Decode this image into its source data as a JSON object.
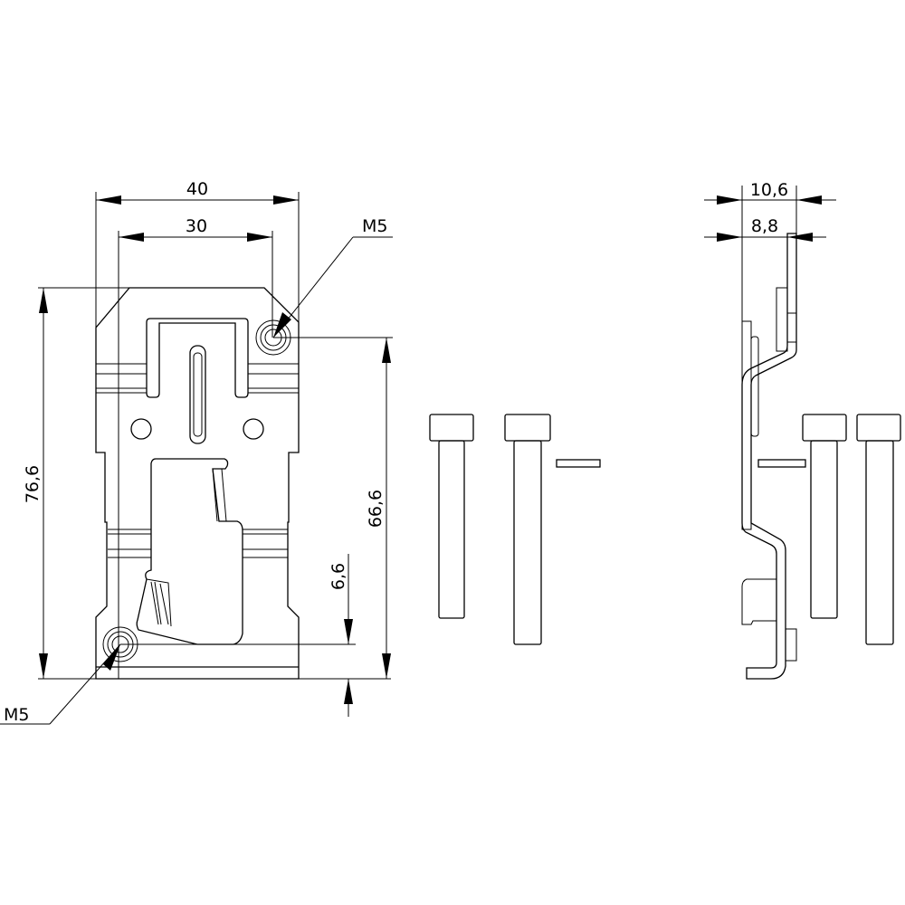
{
  "drawing": {
    "front_view": {
      "dim_width_outer": "40",
      "dim_width_holes": "30",
      "dim_height_total": "76,6",
      "dim_height_holes": "66,6",
      "dim_hole_offset": "6,6",
      "thread_top": "M5",
      "thread_bottom": "M5"
    },
    "side_view": {
      "dim_depth_outer": "10,6",
      "dim_depth_inner": "8,8"
    },
    "colors": {
      "line": "#000000",
      "background": "#ffffff"
    }
  }
}
